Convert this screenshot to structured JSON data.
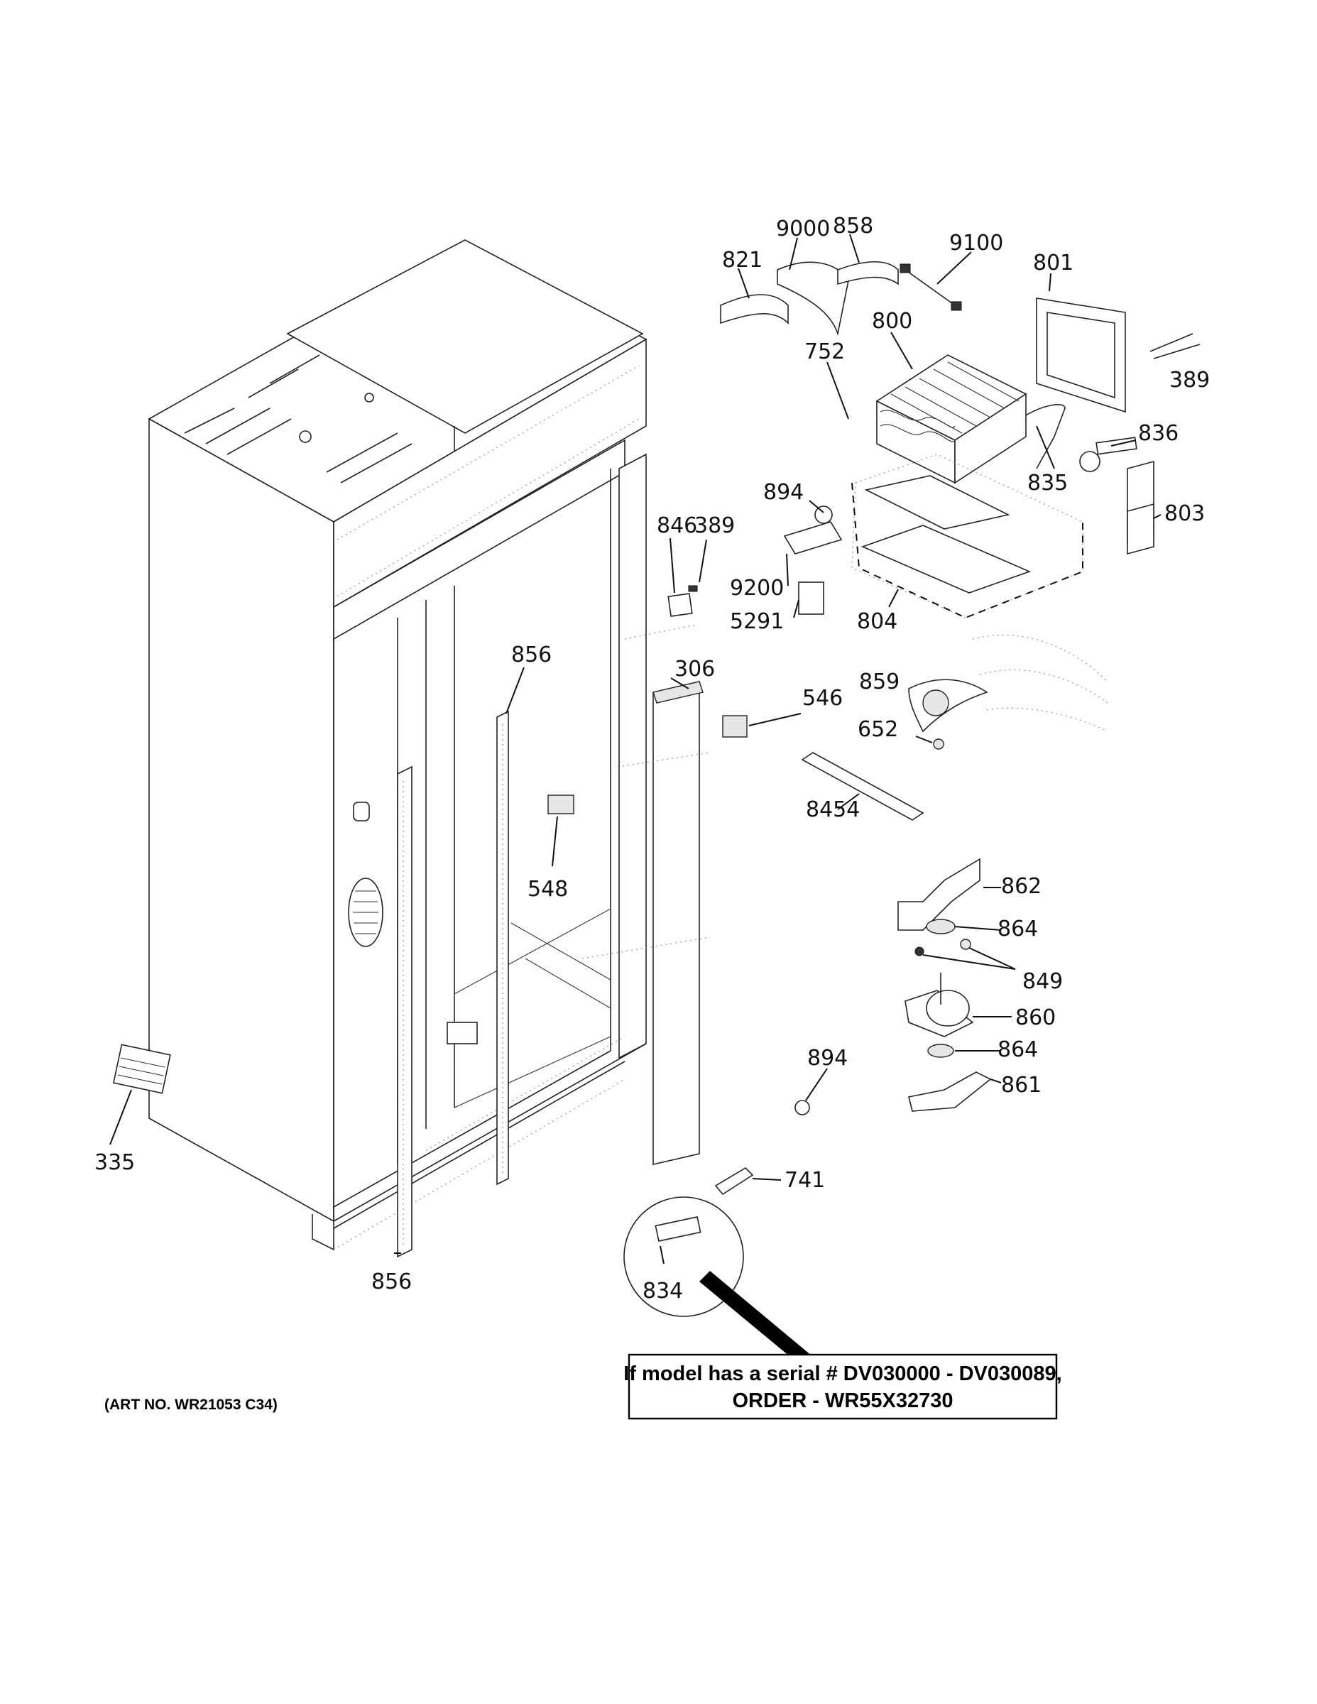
{
  "parts": [
    {
      "id": "p9000",
      "label": "9000"
    },
    {
      "id": "p858",
      "label": "858"
    },
    {
      "id": "p9100",
      "label": "9100"
    },
    {
      "id": "p821",
      "label": "821"
    },
    {
      "id": "p801",
      "label": "801"
    },
    {
      "id": "p800",
      "label": "800"
    },
    {
      "id": "p752",
      "label": "752"
    },
    {
      "id": "p389a",
      "label": "389"
    },
    {
      "id": "p836",
      "label": "836"
    },
    {
      "id": "p835",
      "label": "835"
    },
    {
      "id": "p894a",
      "label": "894"
    },
    {
      "id": "p846",
      "label": "846"
    },
    {
      "id": "p389b",
      "label": "389"
    },
    {
      "id": "p803",
      "label": "803"
    },
    {
      "id": "p9200",
      "label": "9200"
    },
    {
      "id": "p5291",
      "label": "5291"
    },
    {
      "id": "p804",
      "label": "804"
    },
    {
      "id": "p856a",
      "label": "856"
    },
    {
      "id": "p306",
      "label": "306"
    },
    {
      "id": "p859",
      "label": "859"
    },
    {
      "id": "p546",
      "label": "546"
    },
    {
      "id": "p652",
      "label": "652"
    },
    {
      "id": "p8454",
      "label": "8454"
    },
    {
      "id": "p548",
      "label": "548"
    },
    {
      "id": "p862",
      "label": "862"
    },
    {
      "id": "p864a",
      "label": "864"
    },
    {
      "id": "p849",
      "label": "849"
    },
    {
      "id": "p860",
      "label": "860"
    },
    {
      "id": "p864b",
      "label": "864"
    },
    {
      "id": "p894b",
      "label": "894"
    },
    {
      "id": "p861",
      "label": "861"
    },
    {
      "id": "p335",
      "label": "335"
    },
    {
      "id": "p741",
      "label": "741"
    },
    {
      "id": "p856b",
      "label": "856"
    },
    {
      "id": "p834",
      "label": "834"
    }
  ],
  "note": {
    "line1": "If model has a serial # DV030000 - DV030089,",
    "line2": "ORDER - WR55X32730"
  },
  "art_number": "(ART NO. WR21053 C34)"
}
